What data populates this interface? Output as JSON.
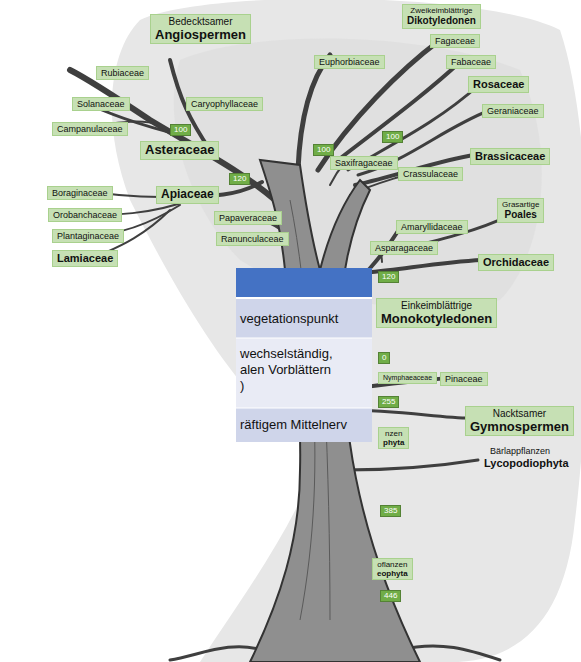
{
  "diagram": {
    "nodes": [
      {
        "text": [
          "Bedecktsamer",
          "Angiospermen"
        ]
      },
      {
        "text": [
          "Zweikeimblättrige",
          "Dikotyledonen"
        ]
      },
      {
        "text": [
          "Fagaceae"
        ]
      },
      {
        "text": [
          "Euphorbiaceae"
        ]
      },
      {
        "text": [
          "Fabaceae"
        ]
      },
      {
        "text": [
          "Rubiaceae"
        ]
      },
      {
        "text": [
          "Rosaceae"
        ]
      },
      {
        "text": [
          "Solanaceae"
        ]
      },
      {
        "text": [
          "Caryophyllaceae"
        ]
      },
      {
        "text": [
          "Geraniaceae"
        ]
      },
      {
        "text": [
          "Campanulaceae"
        ]
      },
      {
        "text": [
          "100"
        ]
      },
      {
        "text": [
          "100"
        ]
      },
      {
        "text": [
          "100"
        ]
      },
      {
        "text": [
          "Asteraceae"
        ]
      },
      {
        "text": [
          "Brassicaceae"
        ]
      },
      {
        "text": [
          "Saxifragaceae"
        ]
      },
      {
        "text": [
          "Crassulaceae"
        ]
      },
      {
        "text": [
          "120"
        ]
      },
      {
        "text": [
          "Boraginaceae"
        ]
      },
      {
        "text": [
          "Apiaceae"
        ]
      },
      {
        "text": [
          "Orobanchaceae"
        ]
      },
      {
        "text": [
          "Papaveraceae"
        ]
      },
      {
        "text": [
          "Grasartige",
          "Poales"
        ]
      },
      {
        "text": [
          "Amaryllidaceae"
        ]
      },
      {
        "text": [
          "Plantaginaceae"
        ]
      },
      {
        "text": [
          "Ranunculaceae"
        ]
      },
      {
        "text": [
          "Asparagaceae"
        ]
      },
      {
        "text": [
          "Lamiaceae"
        ]
      },
      {
        "text": [
          "Orchidaceae"
        ]
      },
      {
        "text": [
          "120"
        ]
      },
      {
        "text": [
          "Einkeimblättrige",
          "Monokotyledonen"
        ]
      },
      {
        "text": [
          "0"
        ]
      },
      {
        "text": [
          "Nymphaeaceae"
        ]
      },
      {
        "text": [
          "Pinaceae"
        ]
      },
      {
        "text": [
          "255"
        ]
      },
      {
        "text": [
          "Nacktsamer",
          "Gymnospermen"
        ]
      },
      {
        "text": [
          "nzen",
          "phyta"
        ]
      },
      {
        "text": [
          "385"
        ]
      },
      {
        "text": [
          "oflanzen",
          "eophyta"
        ]
      },
      {
        "text": [
          "446"
        ]
      }
    ],
    "labels": [
      "vegetationspunkt",
      "wechselständig,",
      "alen Vorblättern",
      ")",
      "räftigem Mittelnerv",
      "Bärlappflanzen",
      "Lycopodiophyta"
    ]
  }
}
